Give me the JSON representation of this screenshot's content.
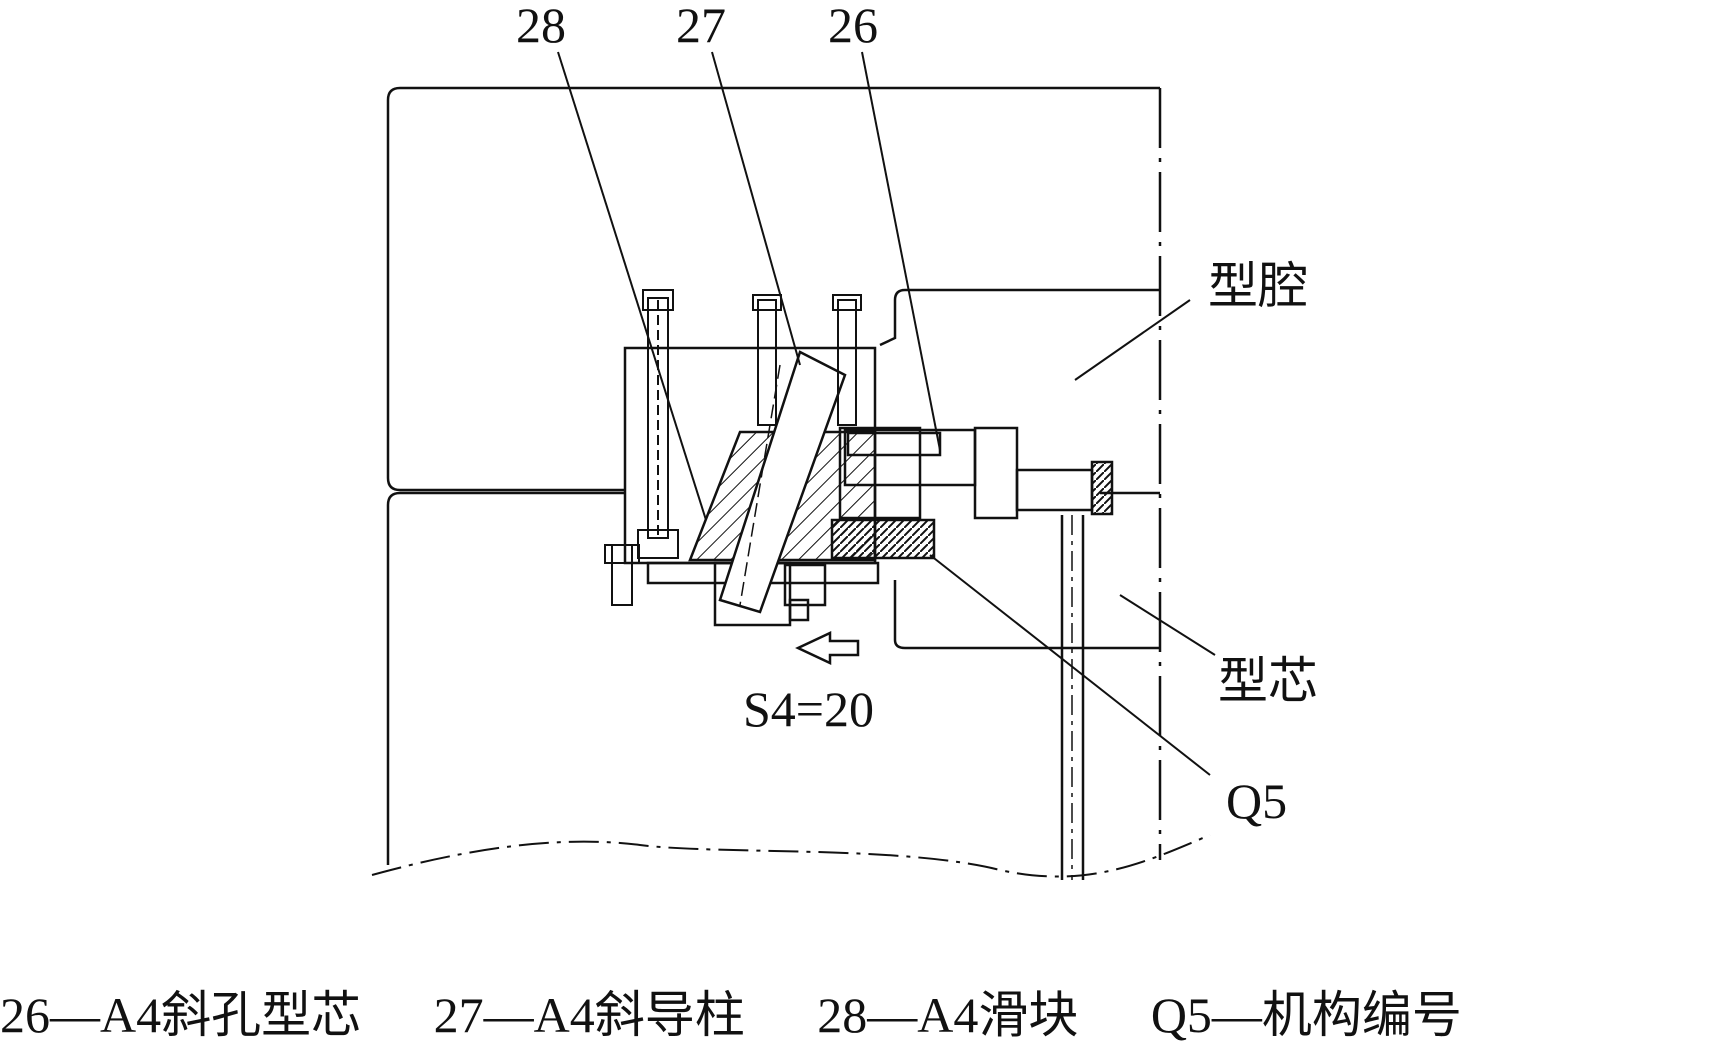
{
  "callouts": {
    "n28": "28",
    "n27": "27",
    "n26": "26"
  },
  "labels": {
    "cavity": "型腔",
    "core": "型芯",
    "mechanism": "Q5",
    "stroke": "S4=20"
  },
  "caption": [
    "26—A4斜孔型芯",
    "27—A4斜导柱",
    "28—A4滑块",
    "Q5—机构编号"
  ]
}
